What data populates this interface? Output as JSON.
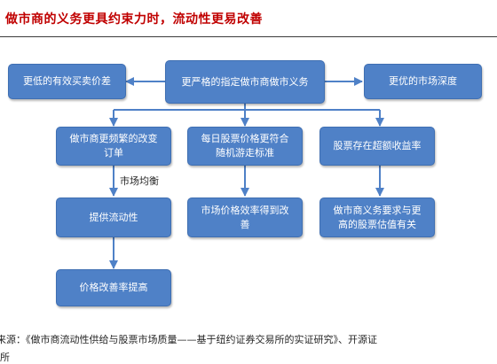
{
  "title": "做市商的义务更具约束力时，流动性更易改善",
  "diagram": {
    "center": "更严格的指定做市商做市义务",
    "left": "更低的有效买卖价差",
    "right": "更优的市场深度",
    "branch1": [
      "做市商更频繁的改变订单",
      "提供流动性",
      "价格改善率提高"
    ],
    "branch1_label": "市场均衡",
    "branch2": [
      "每日股票价格更符合随机游走标准",
      "市场价格效率得到改善"
    ],
    "branch3": [
      "股票存在超额收益率",
      "做市商义务要求与更高的股票估值有关"
    ]
  },
  "source": "来源：《做市商流动性供给与股票市场质量——基于纽约证券交易所的实证研究》、开源证",
  "source_tail": "所"
}
